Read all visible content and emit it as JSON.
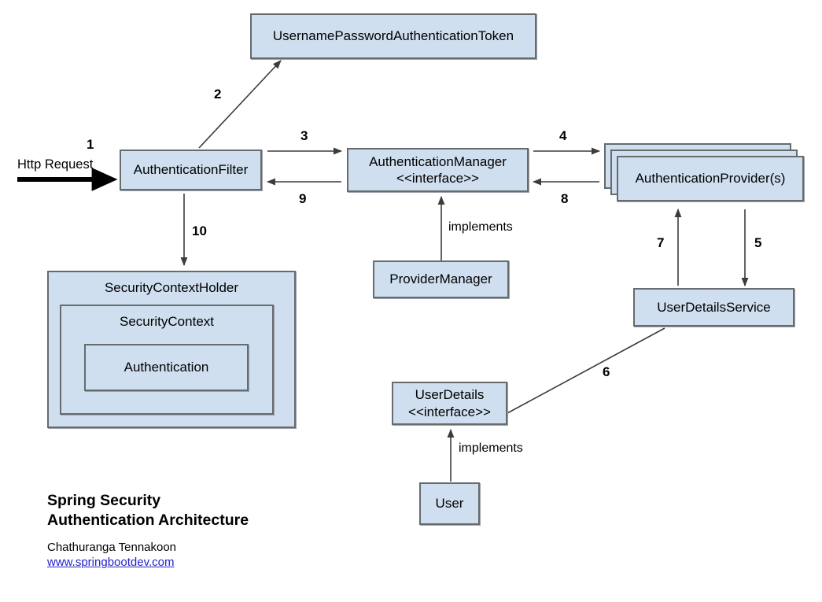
{
  "diagram": {
    "title_lines": [
      "Spring Security",
      "Authentication Architecture"
    ],
    "author": "Chathuranga Tennakoon",
    "website": "www.springbootdev.com",
    "colors": {
      "box_fill": "#cfdfef",
      "box_stroke": "#666b6e",
      "edge": "#3c3c3c",
      "link": "#2222cc",
      "background": "#ffffff"
    },
    "nodes": [
      {
        "id": "token",
        "label": "UsernamePasswordAuthenticationToken"
      },
      {
        "id": "auth-filter",
        "label": "AuthenticationFilter"
      },
      {
        "id": "auth-manager",
        "label": "AuthenticationManager\n<<interface>>"
      },
      {
        "id": "auth-providers",
        "label": "AuthenticationProvider(s)"
      },
      {
        "id": "provider-manager",
        "label": "ProviderManager"
      },
      {
        "id": "user-details-service",
        "label": "UserDetailsService"
      },
      {
        "id": "security-context-holder",
        "label": "SecurityContextHolder"
      },
      {
        "id": "security-context",
        "label": "SecurityContext"
      },
      {
        "id": "authentication",
        "label": "Authentication"
      },
      {
        "id": "user-details",
        "label": "UserDetails\n<<interface>>"
      },
      {
        "id": "user",
        "label": "User"
      }
    ],
    "edges": [
      {
        "id": "e1",
        "label": "1",
        "from": "http-request",
        "to": "auth-filter"
      },
      {
        "id": "e2",
        "label": "2",
        "from": "auth-filter",
        "to": "token"
      },
      {
        "id": "e3",
        "label": "3",
        "from": "auth-filter",
        "to": "auth-manager"
      },
      {
        "id": "e4",
        "label": "4",
        "from": "auth-manager",
        "to": "auth-providers"
      },
      {
        "id": "e5",
        "label": "5",
        "from": "auth-providers",
        "to": "user-details-service"
      },
      {
        "id": "e6",
        "label": "6",
        "from": "user-details",
        "to": "user-details-service"
      },
      {
        "id": "e7",
        "label": "7",
        "from": "user-details-service",
        "to": "auth-providers"
      },
      {
        "id": "e8",
        "label": "8",
        "from": "auth-providers",
        "to": "auth-manager"
      },
      {
        "id": "e9",
        "label": "9",
        "from": "auth-manager",
        "to": "auth-filter"
      },
      {
        "id": "e10",
        "label": "10",
        "from": "auth-filter",
        "to": "security-context-holder"
      }
    ],
    "annotations": [
      {
        "id": "http-request",
        "label": "Http Request"
      },
      {
        "id": "implements-provider-manager",
        "label": "implements"
      },
      {
        "id": "implements-user",
        "label": "implements"
      }
    ]
  }
}
